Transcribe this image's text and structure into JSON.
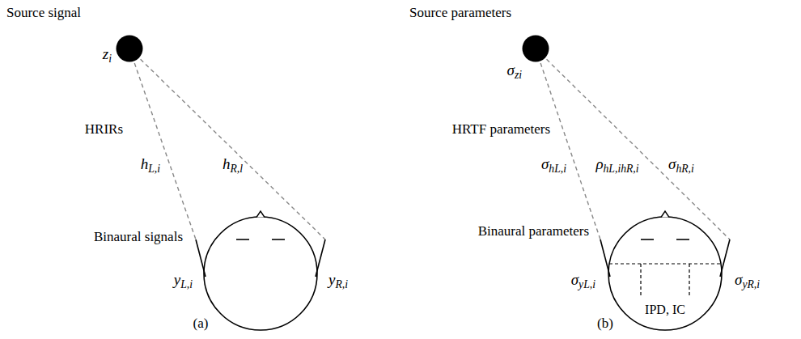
{
  "diagram": {
    "nodes": [
      {
        "text": [
          "Source signal",
          "zi"
        ]
      },
      {
        "text": [
          "Binaural signals",
          "yL,i",
          "yR,i"
        ]
      },
      {
        "text": [
          "Source parameters",
          "σzi"
        ]
      },
      {
        "text": [
          "Binaural parameters",
          "σyL,i",
          "σyR,i",
          "IPD, IC"
        ]
      }
    ],
    "edges": [
      {
        "from": 0,
        "to": 1,
        "arrow": "none",
        "label": "hL,i"
      },
      {
        "from": 0,
        "to": 1,
        "arrow": "none",
        "label": "hR,l"
      },
      {
        "from": 2,
        "to": 3,
        "arrow": "none",
        "label": "σhL,i"
      },
      {
        "from": 2,
        "to": 3,
        "arrow": "none",
        "label": "σhR,i"
      }
    ],
    "labels": [
      "HRIRs",
      "HRTF parameters",
      "ρhL,ihR,i",
      "(a)",
      "(b)"
    ]
  }
}
